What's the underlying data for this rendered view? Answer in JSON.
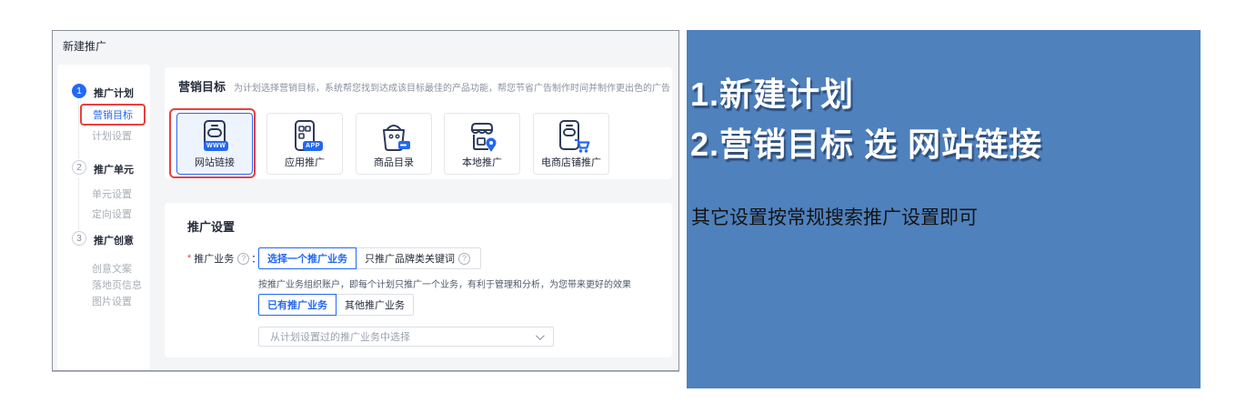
{
  "panel": {
    "title": "新建推广",
    "sidebar": {
      "steps": [
        {
          "num": "1",
          "label": "推广计划",
          "items": [
            {
              "label": "营销目标"
            },
            {
              "label": "计划设置"
            }
          ]
        },
        {
          "num": "2",
          "label": "推广单元",
          "items": [
            {
              "label": "单元设置"
            },
            {
              "label": "定向设置"
            }
          ]
        },
        {
          "num": "3",
          "label": "推广创意",
          "items": [
            {
              "label": "创意文案"
            },
            {
              "label": "落地页信息"
            },
            {
              "label": "图片设置"
            }
          ]
        }
      ]
    },
    "goal_section": {
      "title": "营销目标",
      "description": "为计划选择营销目标，系统帮您找到达成该目标最佳的产品功能，帮您节省广告制作时间并制作更出色的广告",
      "options": [
        {
          "label": "网站链接",
          "badge": "WWW",
          "selected": true
        },
        {
          "label": "应用推广",
          "badge": "APP",
          "selected": false
        },
        {
          "label": "商品目录",
          "selected": false
        },
        {
          "label": "本地推广",
          "selected": false
        },
        {
          "label": "电商店铺推广",
          "selected": false
        }
      ]
    },
    "promo_section": {
      "title": "推广设置",
      "required_mark": "*",
      "field_label": "推广业务",
      "label_suffix": "：",
      "choice_buttons": [
        {
          "label": "选择一个推广业务",
          "selected": true
        },
        {
          "label": "只推广品牌类关键词",
          "selected": false
        }
      ],
      "description": "按推广业务组织账户，即每个计划只推广一个业务，有利于管理和分析，为您带来更好的效果",
      "tabs": [
        {
          "label": "已有推广业务",
          "selected": true
        },
        {
          "label": "其他推广业务",
          "selected": false
        }
      ],
      "dropdown_placeholder": "从计划设置过的推广业务中选择"
    }
  },
  "annotation": {
    "line1": "1.新建计划",
    "line2": "2.营销目标 选 网站链接",
    "note": "其它设置按常规搜索推广设置即可"
  },
  "icons": {
    "help": "?"
  },
  "colors": {
    "accent_blue": "#2468f2",
    "annotation_red": "#e84040",
    "panel_blue": "#4f81bd",
    "selected_card_bg": "#eef4ff"
  }
}
